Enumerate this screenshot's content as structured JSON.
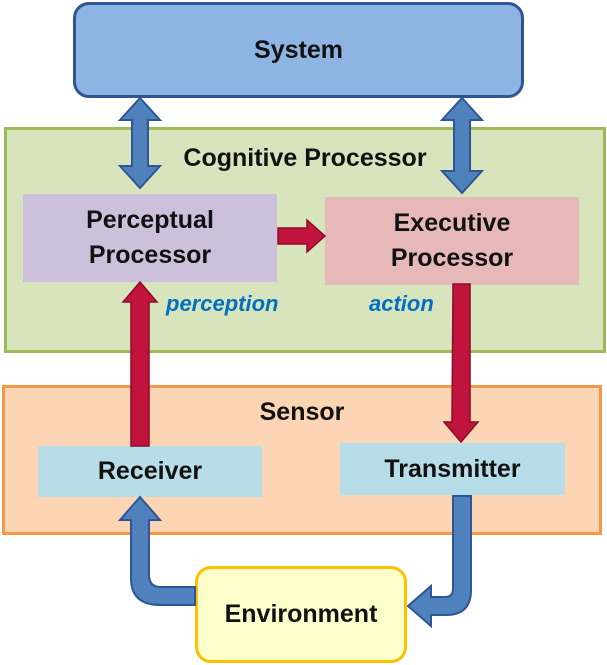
{
  "nodes": {
    "system": "System",
    "cognitive_processor": "Cognitive Processor",
    "perceptual_line1": "Perceptual",
    "perceptual_line2": "Processor",
    "executive_line1": "Executive",
    "executive_line2": "Processor",
    "sensor": "Sensor",
    "receiver": "Receiver",
    "transmitter": "Transmitter",
    "environment": "Environment"
  },
  "labels": {
    "perception": "perception",
    "action": "action"
  },
  "colors": {
    "system_fill": "#8db4e2",
    "cognitive_fill": "#d8e4bc",
    "perceptual_fill": "#ccc0da",
    "executive_fill": "#e6b8b7",
    "sensor_fill": "#fcd5b4",
    "io_fill": "#b7dee8",
    "environment_fill": "#ffffcc",
    "red_arrow": "#c0143c",
    "blue_arrow": "#4f81bd",
    "label_text": "#0070c0"
  }
}
